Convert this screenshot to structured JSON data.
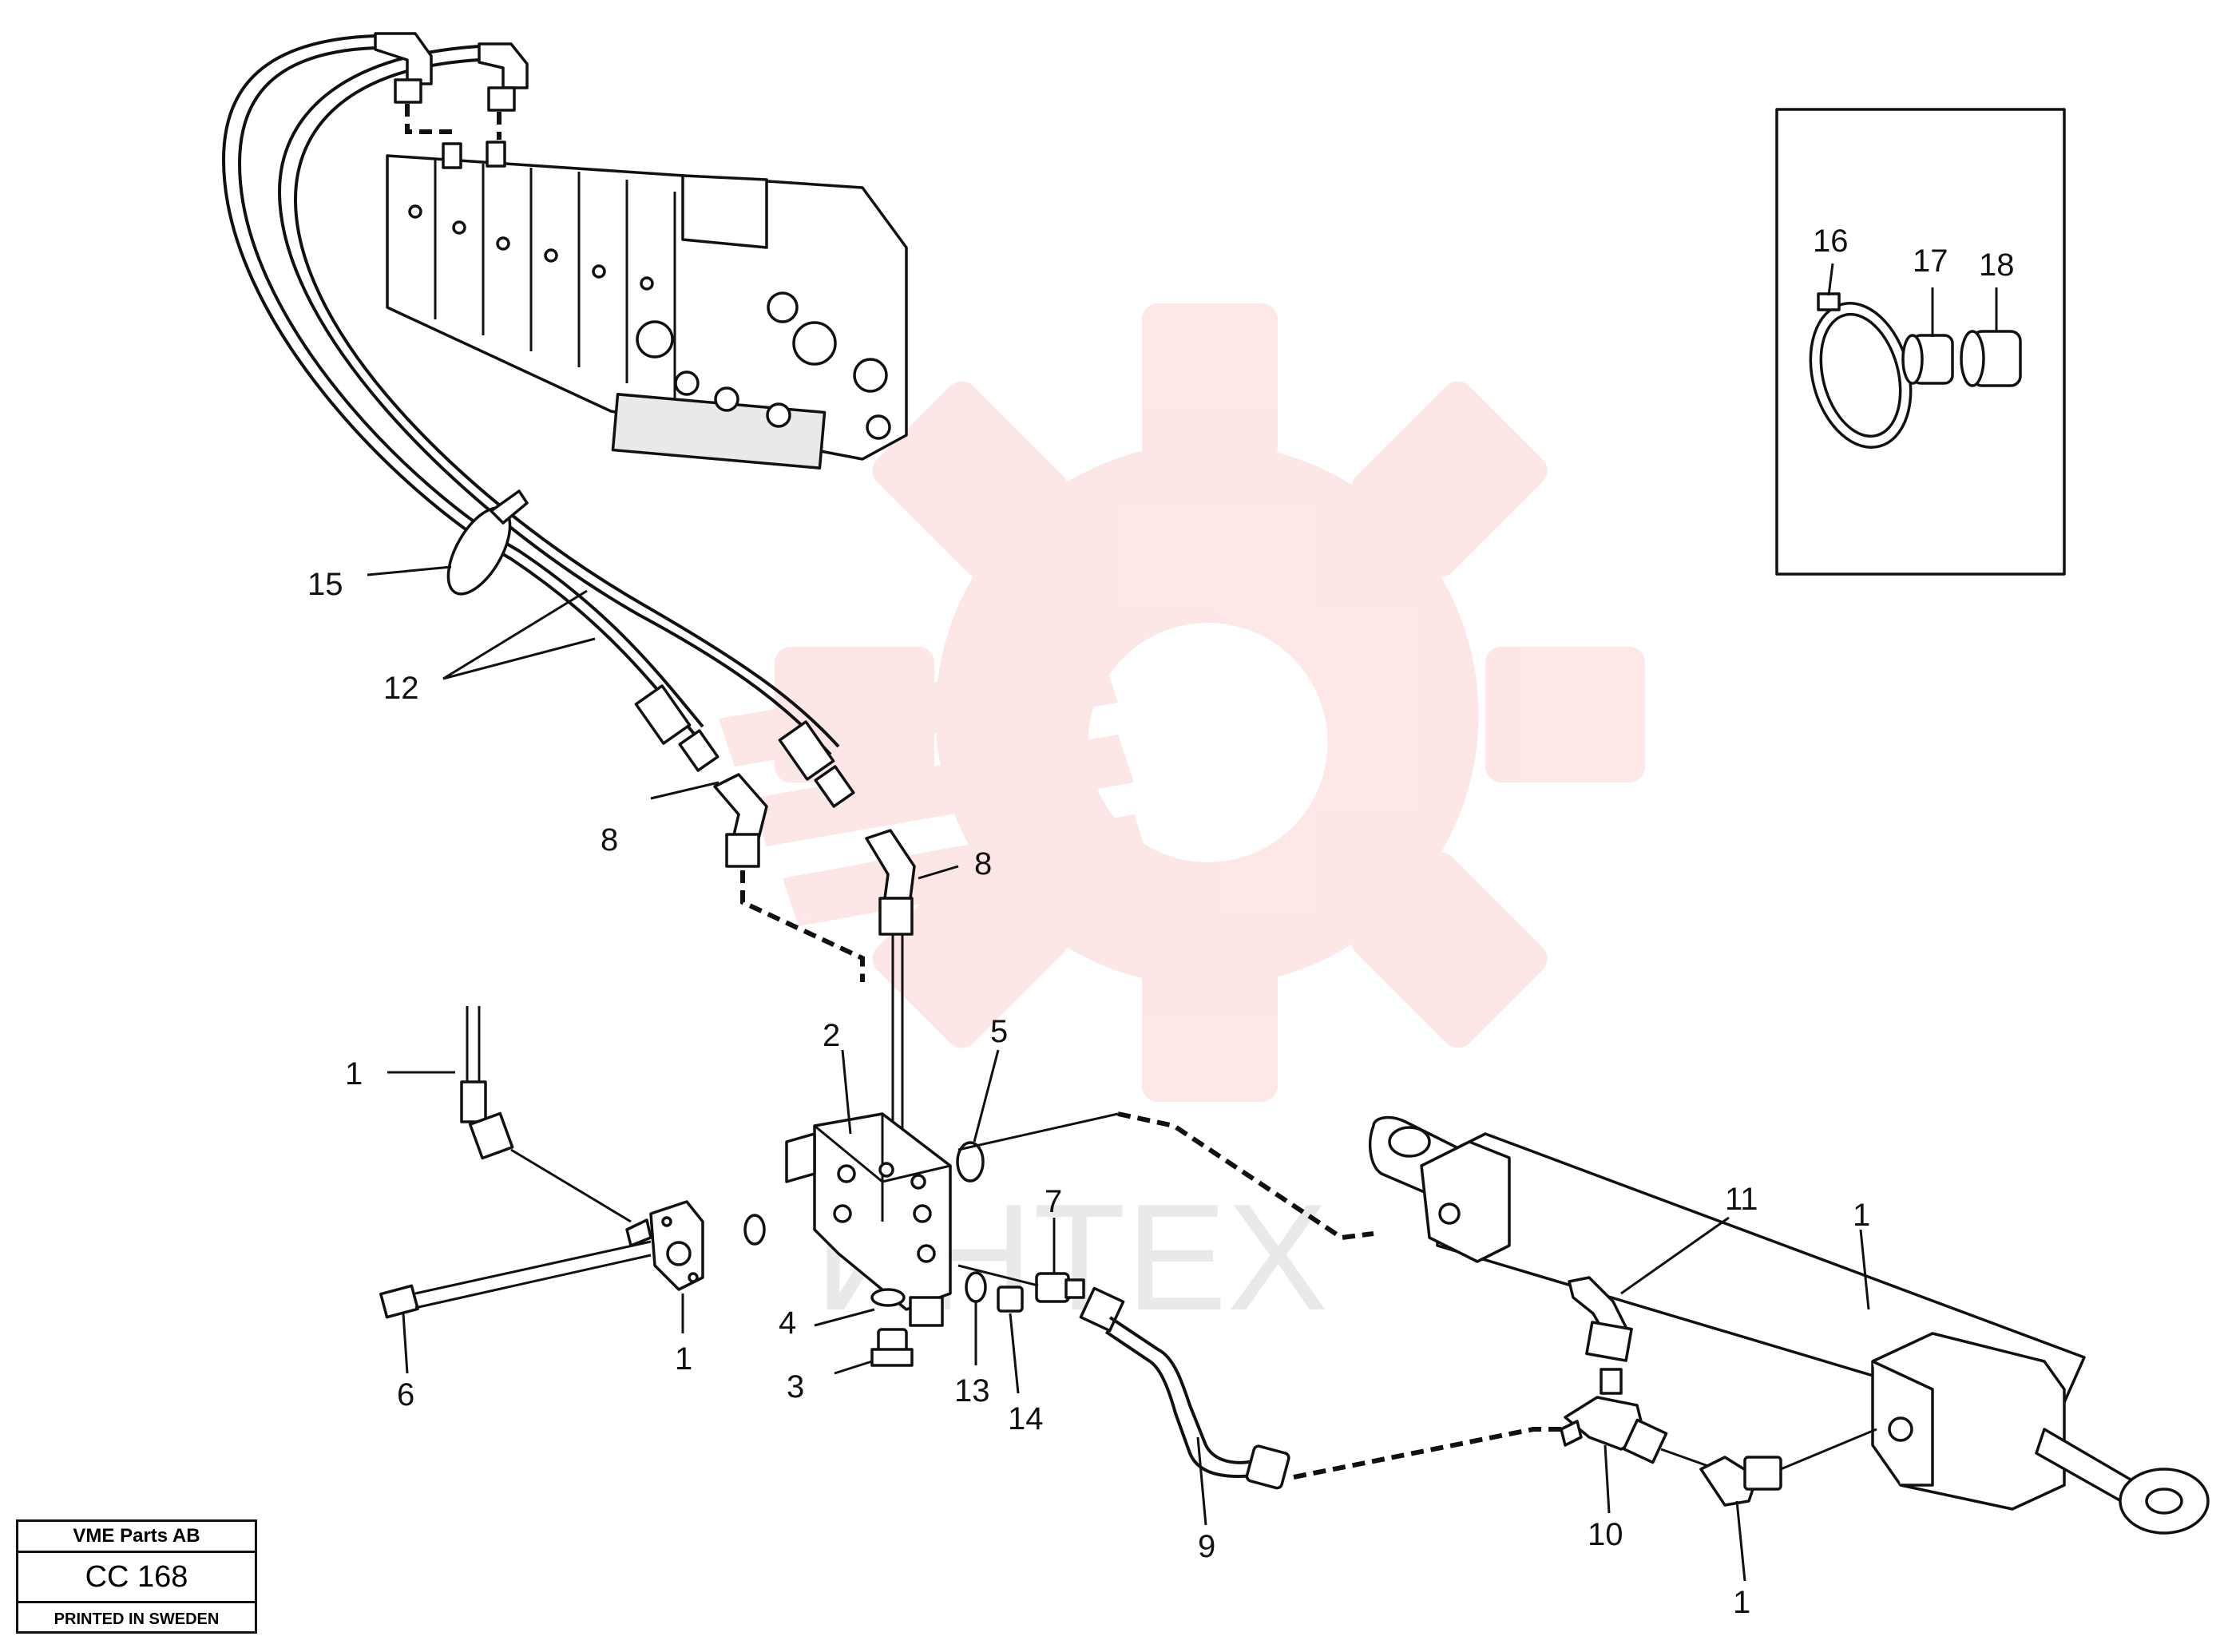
{
  "callouts": [
    {
      "id": "c15",
      "text": "15"
    },
    {
      "id": "c12",
      "text": "12"
    },
    {
      "id": "c8a",
      "text": "8"
    },
    {
      "id": "c8b",
      "text": "8"
    },
    {
      "id": "c1a",
      "text": "1"
    },
    {
      "id": "c2",
      "text": "2"
    },
    {
      "id": "c5",
      "text": "5"
    },
    {
      "id": "c7",
      "text": "7"
    },
    {
      "id": "c4",
      "text": "4"
    },
    {
      "id": "c3",
      "text": "3"
    },
    {
      "id": "c13",
      "text": "13"
    },
    {
      "id": "c14",
      "text": "14"
    },
    {
      "id": "c1b",
      "text": "1"
    },
    {
      "id": "c6",
      "text": "6"
    },
    {
      "id": "c9",
      "text": "9"
    },
    {
      "id": "c11",
      "text": "11"
    },
    {
      "id": "c1c",
      "text": "1"
    },
    {
      "id": "c10",
      "text": "10"
    },
    {
      "id": "c1d",
      "text": "1"
    },
    {
      "id": "c16",
      "text": "16"
    },
    {
      "id": "c17",
      "text": "17"
    },
    {
      "id": "c18",
      "text": "18"
    }
  ],
  "title_block": {
    "company": "VME Parts AB",
    "code": "CC 168",
    "printed": "PRINTED IN SWEDEN"
  },
  "watermark": {
    "text": "ИНТЕХ",
    "gear_color": "#f26b6b"
  }
}
